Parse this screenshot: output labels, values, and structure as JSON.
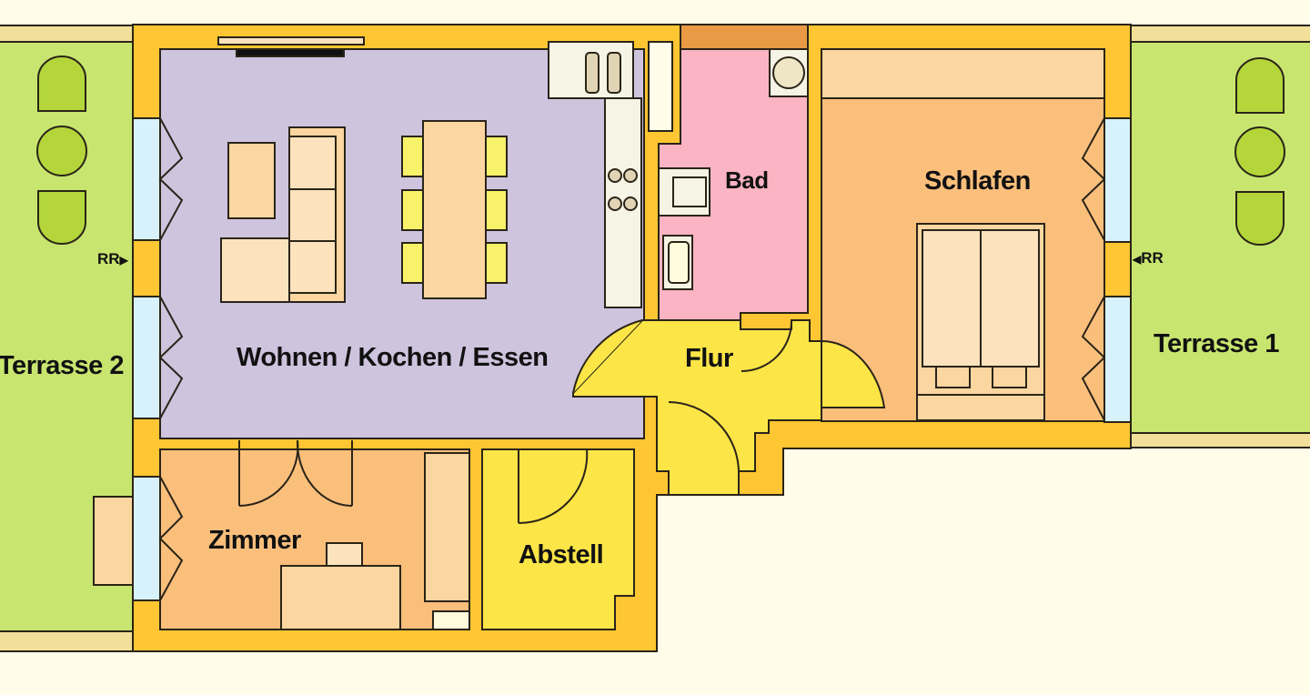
{
  "plan": {
    "colors": {
      "background": "#fffdea",
      "wall": "#fdc632",
      "outline": "#2a2418",
      "terrace": "#c8e570",
      "terrace_strip": "#f2e09a",
      "living": "#cfc4de",
      "bath": "#fbb4c3",
      "hall": "#fbe547",
      "bedroom": "#fbbf7c",
      "room": "#fbbf7c",
      "storage": "#fbe547",
      "window": "#d8f2fb",
      "furniture": "#fcd6a0",
      "furniture_light": "#fde3bd",
      "chair": "#f8f26a",
      "appliance": "#f6f4e4",
      "terrace_furniture": "#b4d63a"
    },
    "rooms": {
      "living": {
        "label": "Wohnen / Kochen / Essen"
      },
      "bath": {
        "label": "Bad"
      },
      "hall": {
        "label": "Flur"
      },
      "bedroom": {
        "label": "Schlafen"
      },
      "room": {
        "label": "Zimmer"
      },
      "storage": {
        "label": "Abstell"
      },
      "terrace1": {
        "label": "Terrasse 1"
      },
      "terrace2": {
        "label": "Terrasse 2"
      }
    },
    "markers": {
      "rr_left": {
        "label": "RR",
        "arrow": "▶"
      },
      "rr_right": {
        "label": "RR",
        "arrow": "◀"
      }
    }
  }
}
